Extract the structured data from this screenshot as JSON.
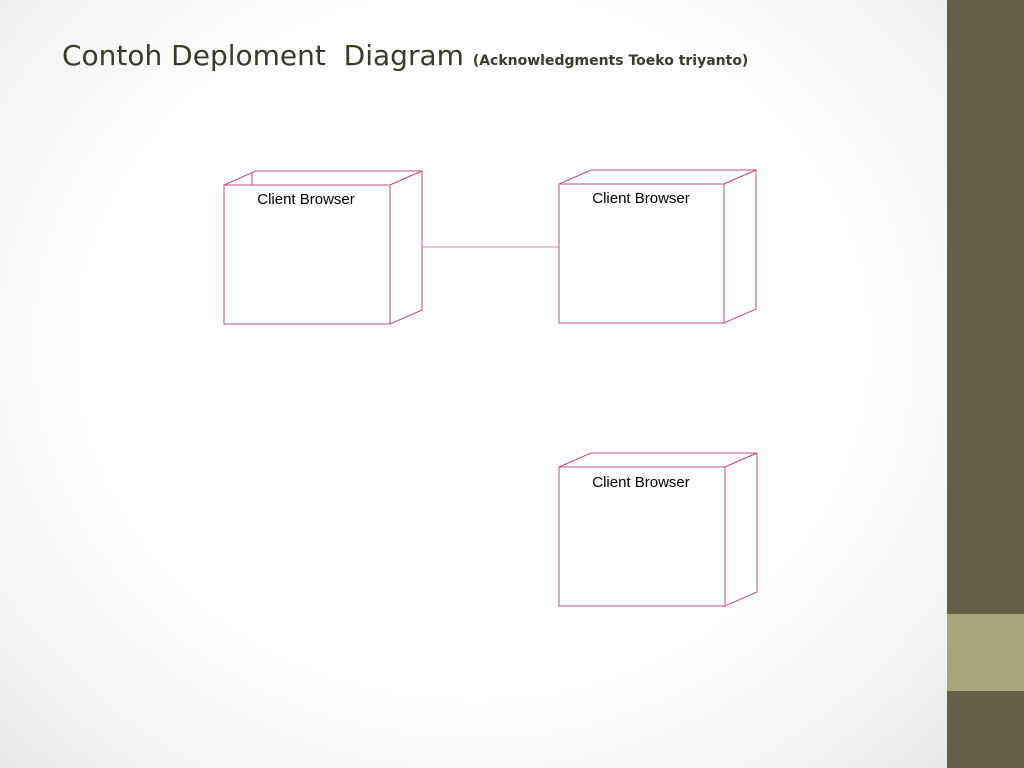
{
  "title": {
    "main": "Contoh Deploment  Diagram ",
    "acknowledgment": "(Acknowledgments Toeko triyanto)"
  },
  "diagram": {
    "type": "deployment",
    "nodes": [
      {
        "id": "node-1",
        "label": "Client Browser"
      },
      {
        "id": "node-2",
        "label": "Client Browser"
      },
      {
        "id": "node-3",
        "label": "Client Browser"
      }
    ],
    "links": [
      {
        "from": "node-1",
        "to": "node-2"
      }
    ]
  },
  "colors": {
    "node_stroke": "#c0507c",
    "sidebar": "#665f47",
    "sidebar_accent": "#a9a57c"
  }
}
